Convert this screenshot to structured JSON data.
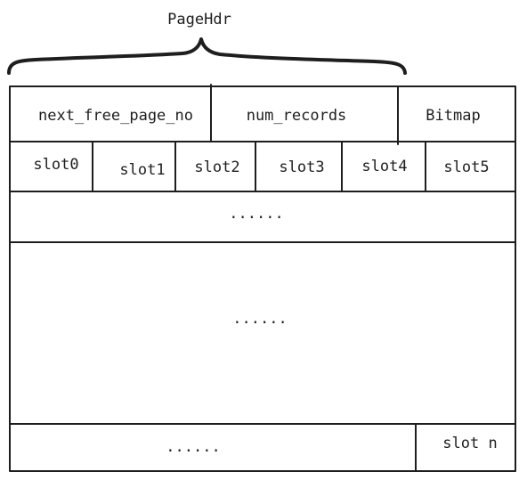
{
  "page_header": {
    "label": "PageHdr",
    "fields": [
      "next_free_page_no",
      "num_records",
      "Bitmap"
    ]
  },
  "slots": [
    "slot0",
    "slot1",
    "slot2",
    "slot3",
    "slot4",
    "slot5"
  ],
  "ellipsis_1": "......",
  "ellipsis_2": "......",
  "ellipsis_3": "......",
  "last_slot": "slot n"
}
